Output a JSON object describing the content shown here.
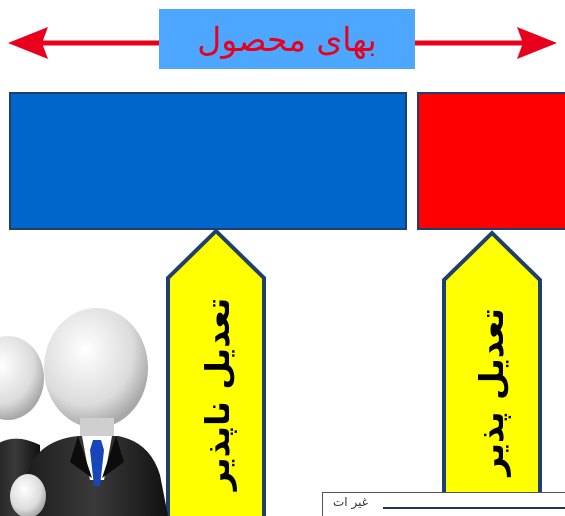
{
  "price_label": "بهای محصول",
  "tags": {
    "non_adjustable": "تعدیل ناپذیر",
    "adjustable": "تعدیل پذیر"
  },
  "document_fragment": "غیر ات",
  "colors": {
    "blue_block": "#0066cc",
    "red_block": "#ff0000",
    "arrow": "#e8001c",
    "label_box": "#4da6ff",
    "tag_fill": "#ffff00",
    "tag_border": "#1f3f6e"
  },
  "icons": [
    "double-arrow-icon",
    "people-figures-icon"
  ]
}
